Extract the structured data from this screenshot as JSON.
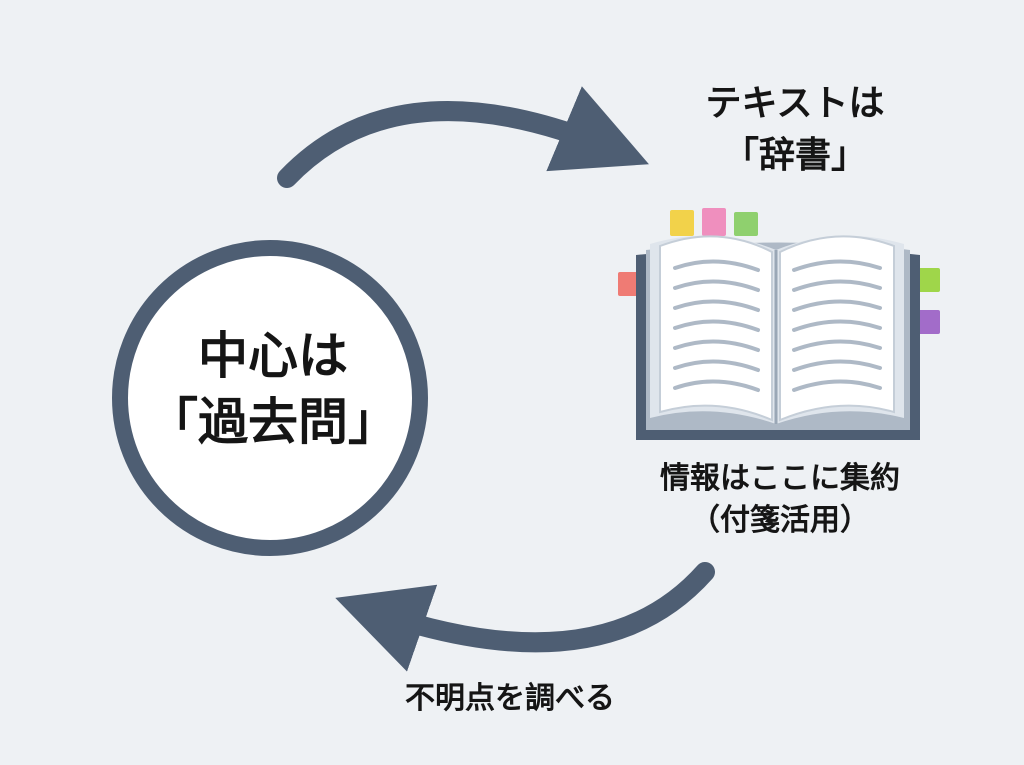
{
  "center": {
    "line1": "中心は",
    "line2": "「過去問」"
  },
  "textbook": {
    "line1": "テキストは",
    "line2": "「辞書」"
  },
  "book_caption": {
    "line1": "情報はここに集約",
    "line2": "（付箋活用）"
  },
  "return_label": "不明点を調べる",
  "colors": {
    "background": "#eef1f4",
    "arrow": "#4e5e73",
    "circle_border": "#4e5e73",
    "circle_fill": "#ffffff",
    "sticky_yellow": "#f2d24a",
    "sticky_pink": "#ef8fbe",
    "sticky_green": "#8fd06e",
    "sticky_red": "#ef7b74",
    "sticky_lime": "#9fd64a",
    "sticky_purple": "#a26cc9"
  },
  "icons": [
    "cycle-arrow-top",
    "cycle-arrow-bottom",
    "open-book-icon"
  ]
}
